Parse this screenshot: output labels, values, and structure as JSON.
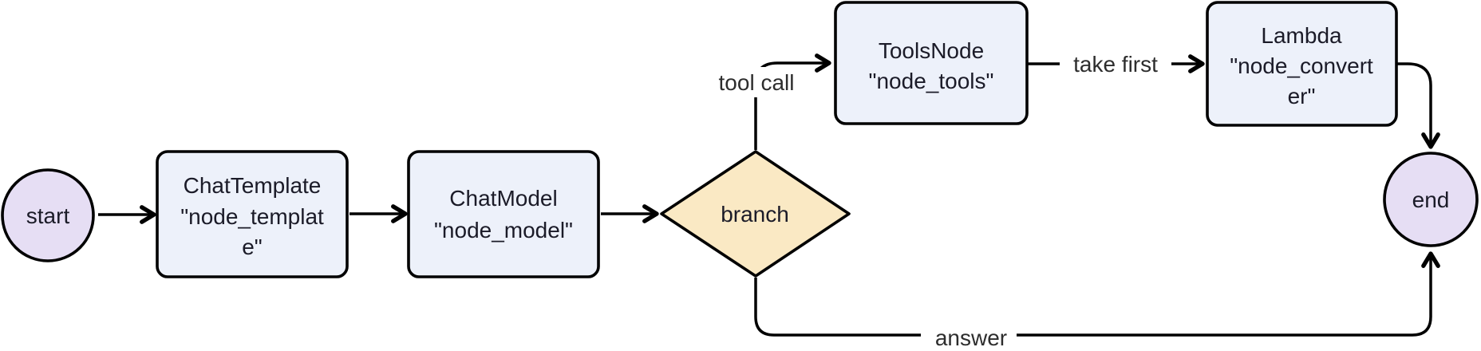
{
  "diagram": {
    "type": "flowchart-left-to-right",
    "nodes": {
      "start": {
        "shape": "circle",
        "label": "start"
      },
      "chat_template": {
        "shape": "rect",
        "lines": [
          "ChatTemplate",
          "\"node_templat",
          "e\""
        ]
      },
      "chat_model": {
        "shape": "rect",
        "lines": [
          "ChatModel",
          "\"node_model\""
        ]
      },
      "branch": {
        "shape": "diamond",
        "label": "branch"
      },
      "tools_node": {
        "shape": "rect",
        "lines": [
          "ToolsNode",
          "\"node_tools\""
        ]
      },
      "lambda": {
        "shape": "rect",
        "lines": [
          "Lambda",
          "\"node_convert",
          "er\""
        ]
      },
      "end": {
        "shape": "circle",
        "label": "end"
      }
    },
    "edges": [
      {
        "from": "start",
        "to": "chat_template",
        "label": ""
      },
      {
        "from": "chat_template",
        "to": "chat_model",
        "label": ""
      },
      {
        "from": "chat_model",
        "to": "branch",
        "label": ""
      },
      {
        "from": "branch",
        "to": "tools_node",
        "label": "tool call"
      },
      {
        "from": "tools_node",
        "to": "lambda",
        "label": "take first"
      },
      {
        "from": "lambda",
        "to": "end",
        "label": ""
      },
      {
        "from": "branch",
        "to": "end",
        "label": "answer"
      }
    ],
    "colors": {
      "terminal_fill": "#e6def4",
      "process_fill": "#edf1fa",
      "decision_fill": "#fae9c4",
      "stroke": "#000000",
      "node_text": "#1b1b28",
      "edge_text": "#2d2d2d",
      "background": "#ffffff"
    }
  }
}
